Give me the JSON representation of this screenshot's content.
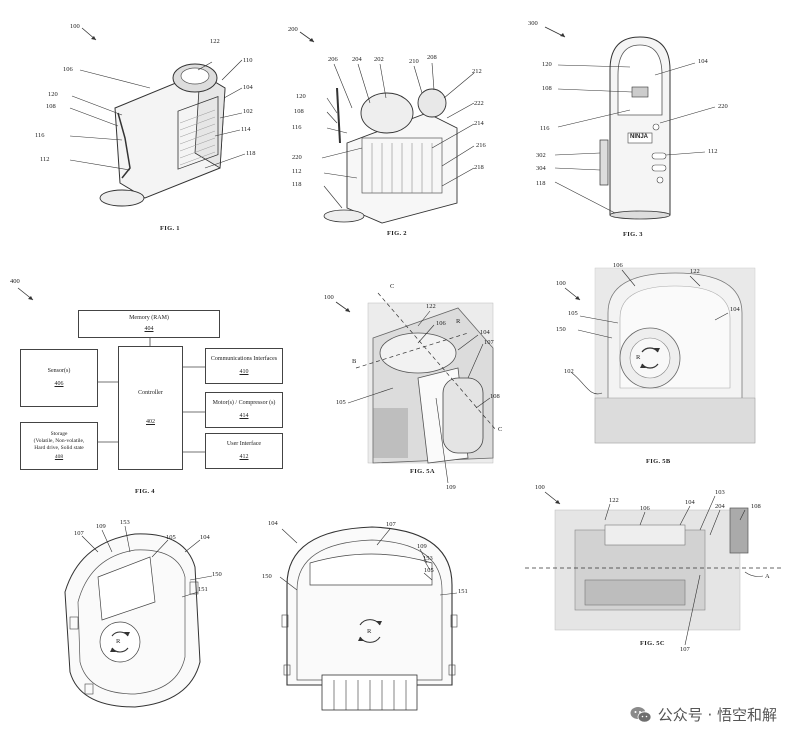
{
  "fig1": {
    "caption": "FIG. 1",
    "ref_main": "100",
    "refs": [
      "106",
      "122",
      "110",
      "120",
      "108",
      "104",
      "102",
      "114",
      "116",
      "112",
      "118"
    ]
  },
  "fig2": {
    "caption": "FIG. 2",
    "ref_main": "200",
    "refs": [
      "206",
      "204",
      "202",
      "210",
      "208",
      "212",
      "120",
      "108",
      "116",
      "222",
      "214",
      "220",
      "216",
      "112",
      "218",
      "118"
    ]
  },
  "fig3": {
    "caption": "FIG. 3",
    "ref_main": "300",
    "refs": [
      "120",
      "104",
      "108",
      "220",
      "116",
      "302",
      "112",
      "304",
      "118"
    ],
    "brand": "NINJA"
  },
  "fig4": {
    "caption": "FIG. 4",
    "ref_main": "400",
    "memory": {
      "label": "Memory (RAM)",
      "ref": "404"
    },
    "sensors": {
      "label": "Sensor(s)",
      "ref": "406"
    },
    "controller": {
      "label": "Controller",
      "ref": "402"
    },
    "comms": {
      "label": "Communications Interfaces",
      "ref": "410"
    },
    "motor": {
      "label": "Motor(s) / Compressor (s)",
      "ref": "414"
    },
    "storage": {
      "line1": "Storage",
      "line2": "(Volatile, Non-volatile,",
      "line3": "Hard drive, Solid state",
      "ref": "408"
    },
    "ui": {
      "label": "User Interface",
      "ref": "412"
    }
  },
  "fig5a": {
    "caption": "FIG. 5A",
    "ref_main": "100",
    "refs": [
      "C",
      "122",
      "106",
      "R",
      "104",
      "B",
      "107",
      "105",
      "108",
      "C",
      "109"
    ]
  },
  "fig5b": {
    "caption": "FIG. 5B",
    "ref_main": "100",
    "refs": [
      "106",
      "122",
      "105",
      "104",
      "150",
      "R",
      "102"
    ]
  },
  "fig5c": {
    "caption": "FIG. 5C",
    "ref_main": "100",
    "refs": [
      "122",
      "106",
      "104",
      "103",
      "204",
      "108",
      "A",
      "107"
    ]
  },
  "fig6": {
    "refs": [
      "107",
      "109",
      "153",
      "105",
      "104",
      "150",
      "151",
      "R"
    ]
  },
  "fig7": {
    "refs": [
      "104",
      "107",
      "109",
      "153",
      "105",
      "150",
      "151",
      "R"
    ]
  },
  "watermark": {
    "text": "公众号 · 悟空和解",
    "color": "#555555"
  }
}
